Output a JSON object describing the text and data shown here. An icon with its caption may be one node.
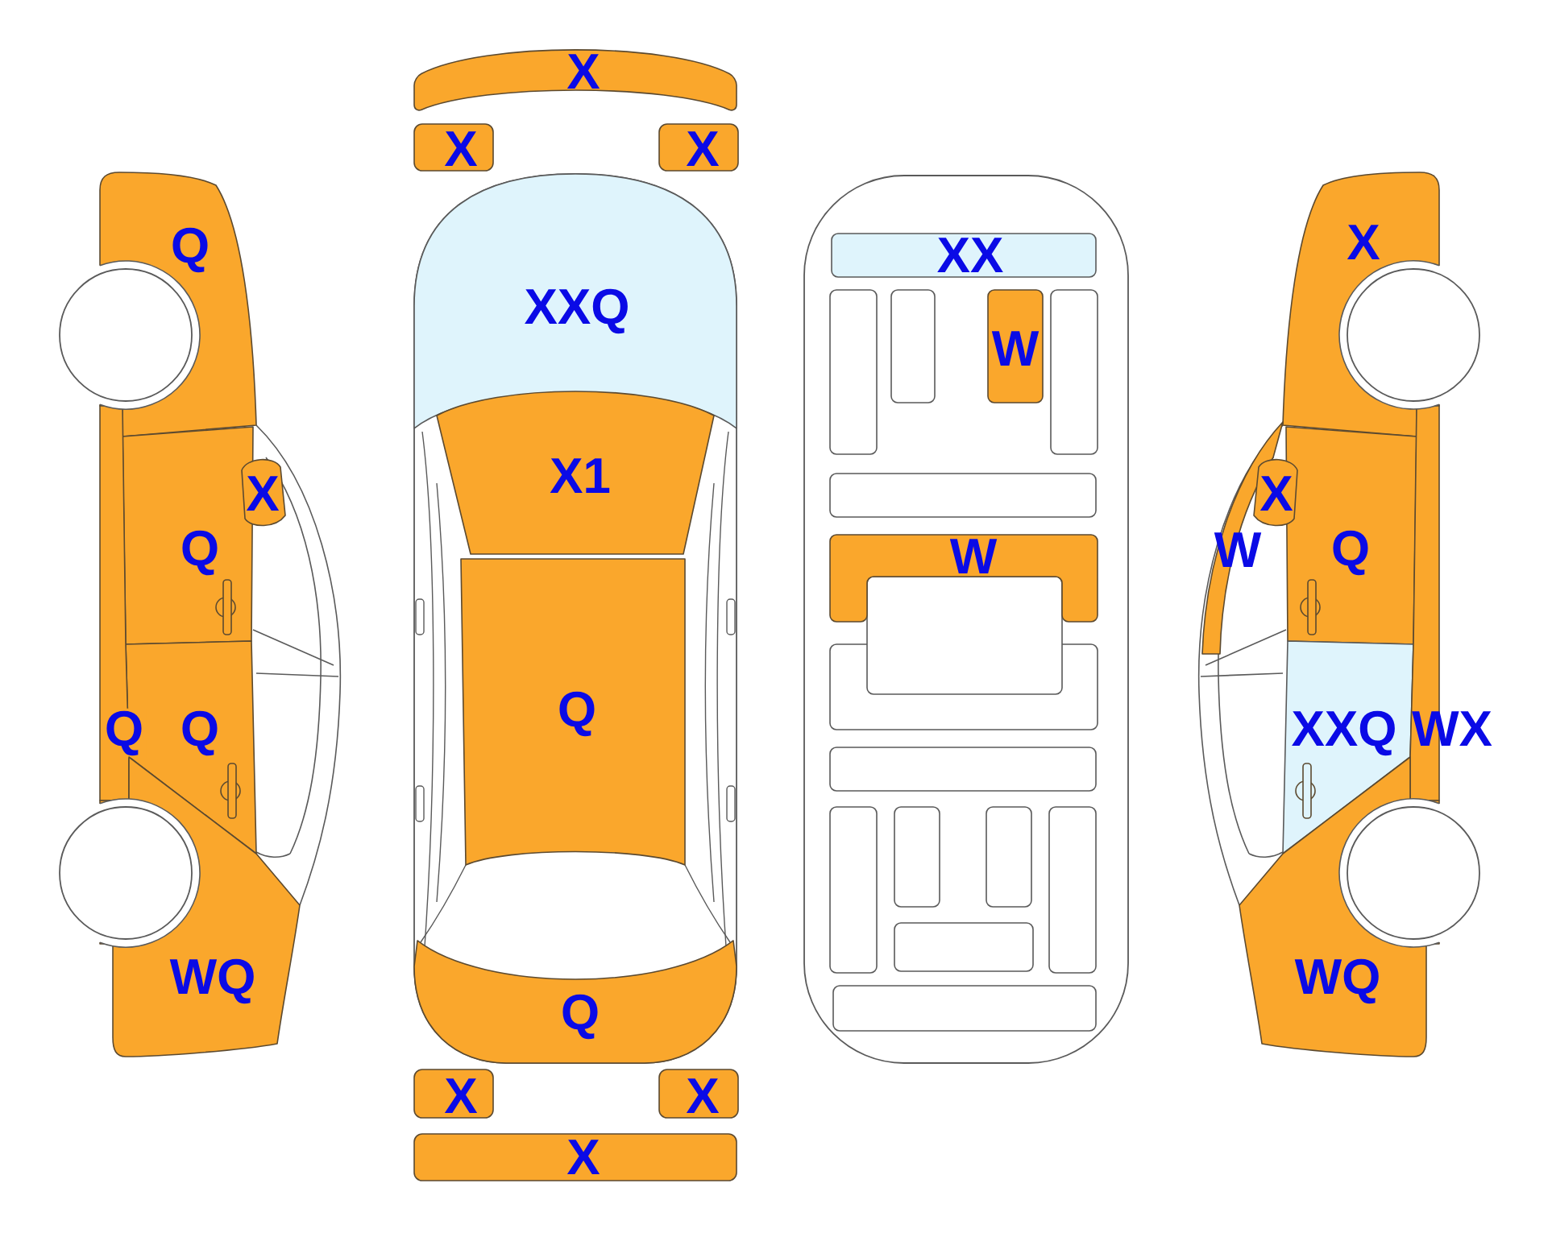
{
  "diagram": {
    "nodes": [
      {
        "text": [
          "Q"
        ]
      },
      {
        "text": [
          "X"
        ]
      },
      {
        "text": [
          "Q"
        ]
      },
      {
        "text": [
          "Q"
        ]
      },
      {
        "text": [
          "Q"
        ]
      },
      {
        "text": [
          "WQ"
        ]
      },
      {
        "text": [
          "X"
        ]
      },
      {
        "text": [
          "X"
        ]
      },
      {
        "text": [
          "X"
        ]
      },
      {
        "text": [
          "XXQ"
        ]
      },
      {
        "text": [
          "X1"
        ]
      },
      {
        "text": [
          "Q"
        ]
      },
      {
        "text": [
          "Q"
        ]
      },
      {
        "text": [
          "X"
        ]
      },
      {
        "text": [
          "X"
        ]
      },
      {
        "text": [
          "X"
        ]
      },
      {
        "text": [
          "XX"
        ]
      },
      {
        "text": [
          "W"
        ]
      },
      {
        "text": [
          "W"
        ]
      },
      {
        "text": [
          "X"
        ]
      },
      {
        "text": [
          "X"
        ]
      },
      {
        "text": [
          "W"
        ]
      },
      {
        "text": [
          "Q"
        ]
      },
      {
        "text": [
          "XXQ"
        ]
      },
      {
        "text": [
          "WX"
        ]
      },
      {
        "text": [
          "WQ"
        ]
      }
    ]
  }
}
